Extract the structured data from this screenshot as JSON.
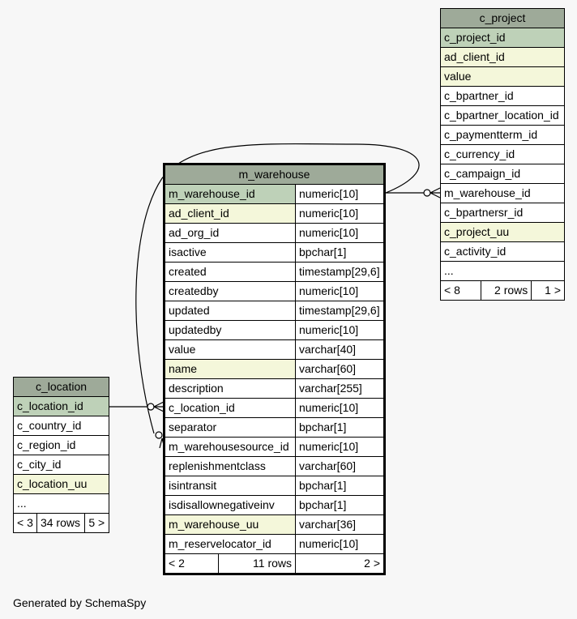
{
  "c_project": {
    "title": "c_project",
    "rows": [
      "c_project_id",
      "ad_client_id",
      "value",
      "c_bpartner_id",
      "c_bpartner_location_id",
      "c_paymentterm_id",
      "c_currency_id",
      "c_campaign_id",
      "m_warehouse_id",
      "c_bpartnersr_id",
      "c_project_uu",
      "c_activity_id",
      "..."
    ],
    "footer": {
      "left": "< 8",
      "mid": "2 rows",
      "right": "1 >"
    }
  },
  "m_warehouse": {
    "title": "m_warehouse",
    "columns": [
      {
        "name": "m_warehouse_id",
        "type": "numeric[10]"
      },
      {
        "name": "ad_client_id",
        "type": "numeric[10]"
      },
      {
        "name": "ad_org_id",
        "type": "numeric[10]"
      },
      {
        "name": "isactive",
        "type": "bpchar[1]"
      },
      {
        "name": "created",
        "type": "timestamp[29,6]"
      },
      {
        "name": "createdby",
        "type": "numeric[10]"
      },
      {
        "name": "updated",
        "type": "timestamp[29,6]"
      },
      {
        "name": "updatedby",
        "type": "numeric[10]"
      },
      {
        "name": "value",
        "type": "varchar[40]"
      },
      {
        "name": "name",
        "type": "varchar[60]"
      },
      {
        "name": "description",
        "type": "varchar[255]"
      },
      {
        "name": "c_location_id",
        "type": "numeric[10]"
      },
      {
        "name": "separator",
        "type": "bpchar[1]"
      },
      {
        "name": "m_warehousesource_id",
        "type": "numeric[10]"
      },
      {
        "name": "replenishmentclass",
        "type": "varchar[60]"
      },
      {
        "name": "isintransit",
        "type": "bpchar[1]"
      },
      {
        "name": "isdisallownegativeinv",
        "type": "bpchar[1]"
      },
      {
        "name": "m_warehouse_uu",
        "type": "varchar[36]"
      },
      {
        "name": "m_reservelocator_id",
        "type": "numeric[10]"
      }
    ],
    "footer": {
      "left": "< 2",
      "mid": "11 rows",
      "right": "2 >"
    }
  },
  "c_location": {
    "title": "c_location",
    "rows": [
      "c_location_id",
      "c_country_id",
      "c_region_id",
      "c_city_id",
      "c_location_uu",
      "..."
    ],
    "footer": {
      "left": "< 3",
      "mid": "34 rows",
      "right": "5 >"
    }
  },
  "footer_text": "Generated by SchemaSpy",
  "colors": {
    "header": "#9eaa99",
    "primary_key": "#bed1b8",
    "alternate_key": "#f4f7da",
    "background": "#f7f7f7"
  }
}
